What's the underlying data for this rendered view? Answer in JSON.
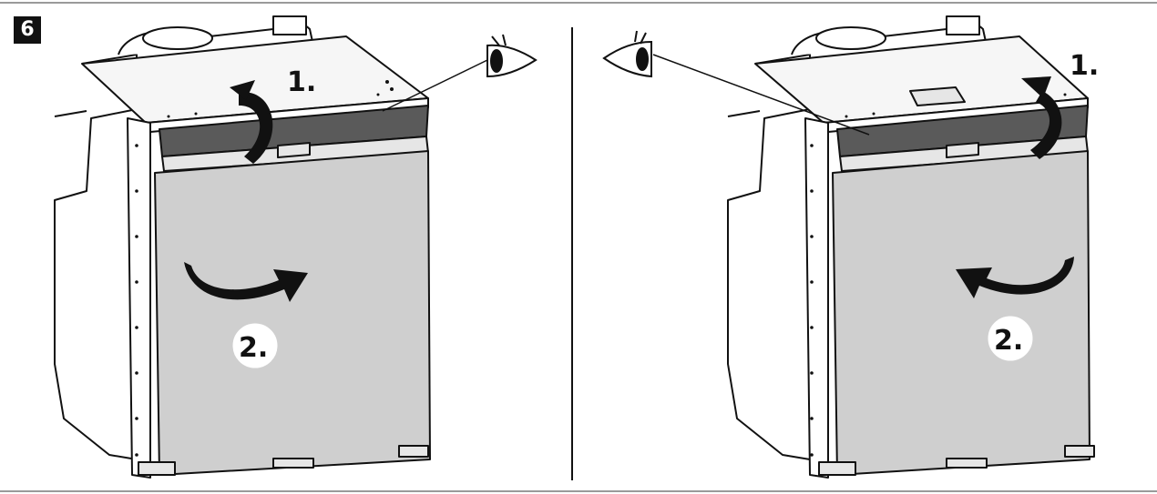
{
  "figure": {
    "number": "6"
  },
  "left_panel": {
    "step1_label": "1.",
    "step2_label": "2."
  },
  "right_panel": {
    "step1_label": "1.",
    "step2_label": "2."
  },
  "colors": {
    "outline": "#111111",
    "door_fill": "#cfcfcf",
    "panel_dark": "#5a5a5a",
    "panel_light": "#e6e6e6",
    "frame_border": "#9a9a9a"
  },
  "icons": [
    "eye-icon",
    "curved-arrow-icon"
  ]
}
